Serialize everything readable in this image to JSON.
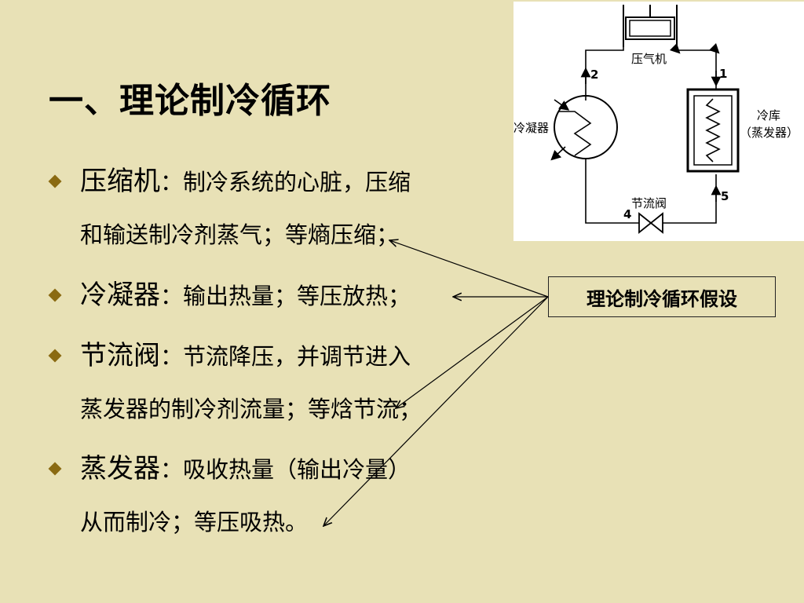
{
  "title": "一、理论制冷循环",
  "bullets": [
    {
      "term": "压缩机",
      "desc": "：制冷系统的心脏，压缩",
      "line2": "和输送制冷剂蒸气；等熵压缩；"
    },
    {
      "term": "冷凝器",
      "desc": "：输出热量；等压放热；",
      "line2": ""
    },
    {
      "term": "节流阀",
      "desc": "：节流降压，并调节进入",
      "line2": "蒸发器的制冷剂流量；等焓节流；"
    },
    {
      "term": "蒸发器",
      "desc": "：吸收热量（输出冷量）",
      "line2": "从而制冷；等压吸热。"
    }
  ],
  "diagram": {
    "compressor": "压气机",
    "condenser": "冷凝器",
    "cold_store": "冷库",
    "evaporator": "（蒸发器）",
    "valve": "节流阀",
    "points": [
      "1",
      "2",
      "4",
      "5"
    ]
  },
  "assumption_box": "理论制冷循环假设"
}
